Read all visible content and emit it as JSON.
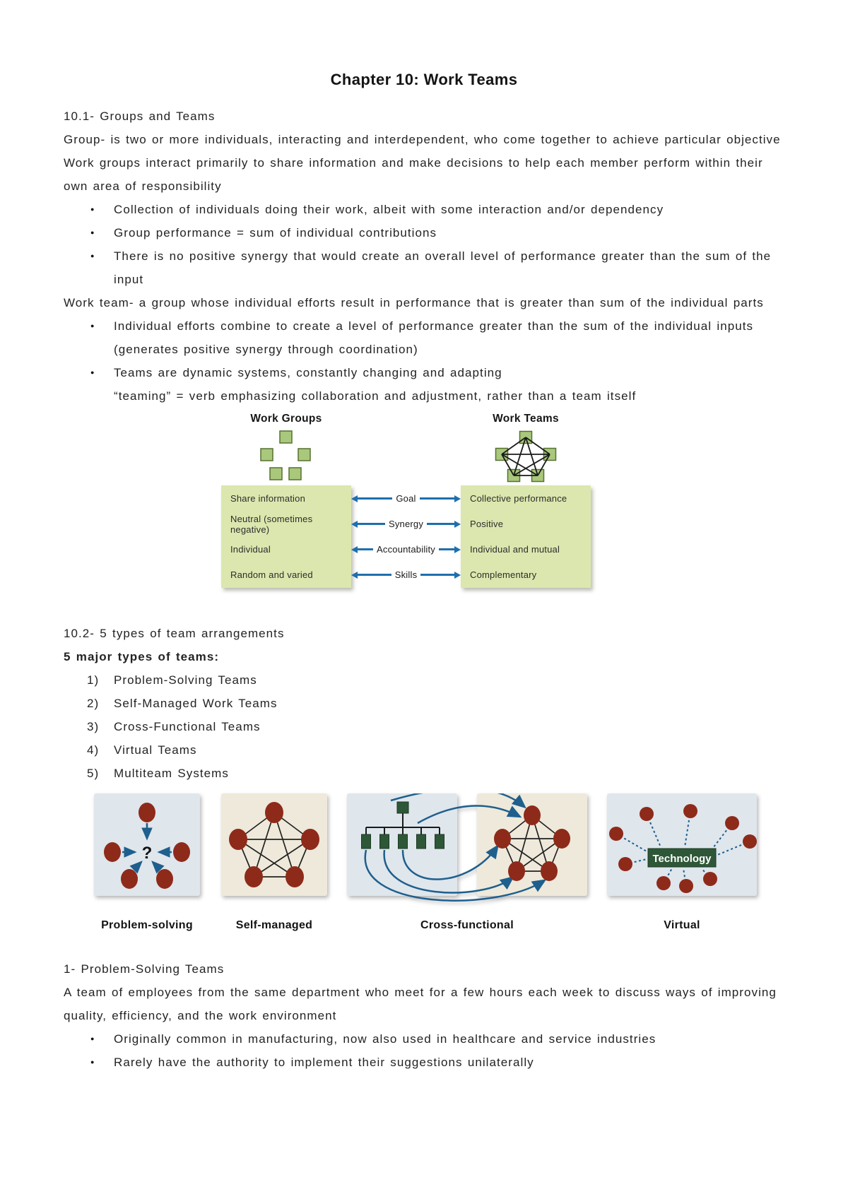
{
  "page": {
    "title": "Chapter 10: Work Teams"
  },
  "s101": {
    "heading": "10.1- Groups and Teams",
    "p1": "Group- is two or more individuals, interacting and interdependent, who come together to achieve particular objective",
    "p2": "Work groups interact primarily to share information and make decisions to help each member perform within their own area of responsibility",
    "bullets": [
      "Collection of individuals doing their work, albeit with some interaction and/or dependency",
      "Group performance = sum of individual contributions",
      "There is no positive synergy that would create an overall level of performance greater than the sum of the input"
    ],
    "p3": "Work team- a group whose individual efforts result in performance that is greater than sum of the individual parts",
    "bullets2": [
      "Individual efforts combine to create a level of performance greater than the sum of the individual inputs (generates positive synergy through coordination)",
      "Teams are dynamic systems, constantly changing and adapting"
    ],
    "note": "“teaming” = verb emphasizing collaboration and adjustment, rather than a team itself"
  },
  "diagram": {
    "left_title": "Work Groups",
    "right_title": "Work Teams",
    "rows": [
      {
        "left": "Share information",
        "center": "Goal",
        "right": "Collective performance"
      },
      {
        "left": "Neutral (sometimes negative)",
        "center": "Synergy",
        "right": "Positive"
      },
      {
        "left": "Individual",
        "center": "Accountability",
        "right": "Individual and mutual"
      },
      {
        "left": "Random and varied",
        "center": "Skills",
        "right": "Complementary"
      }
    ],
    "colors": {
      "box_fill": "#dbe7ae",
      "square_fill": "#a9c87c",
      "arrow_blue": "#1f6fad"
    }
  },
  "s102": {
    "heading": "10.2- 5 types of team arrangements",
    "subheading": "5 major types of teams:",
    "items": [
      {
        "num": "1)",
        "label": "Problem-Solving Teams"
      },
      {
        "num": "2)",
        "label": "Self-Managed Work Teams"
      },
      {
        "num": "3)",
        "label": "Cross-Functional Teams"
      },
      {
        "num": "4)",
        "label": "Virtual Teams"
      },
      {
        "num": "5)",
        "label": "Multiteam Systems"
      }
    ]
  },
  "figure": {
    "labels": [
      "Problem-solving",
      "Self-managed",
      "Cross-functional",
      "Virtual"
    ],
    "technology_label": "Technology",
    "question_mark": "?",
    "colors": {
      "panel_blue": "#dfe6ec",
      "panel_beige": "#eee9da",
      "circle_red": "#8e2a1a",
      "green_dark": "#2e5737",
      "arrow_blue": "#1e5f8e"
    }
  },
  "s1": {
    "heading": "1- Problem-Solving Teams",
    "p1": "A team of employees from the same department who meet for a few hours each week to discuss ways of improving quality, efficiency, and the work environment",
    "bullets": [
      "Originally common in manufacturing, now also used in healthcare and service industries",
      "Rarely have the authority to implement their suggestions unilaterally"
    ]
  }
}
